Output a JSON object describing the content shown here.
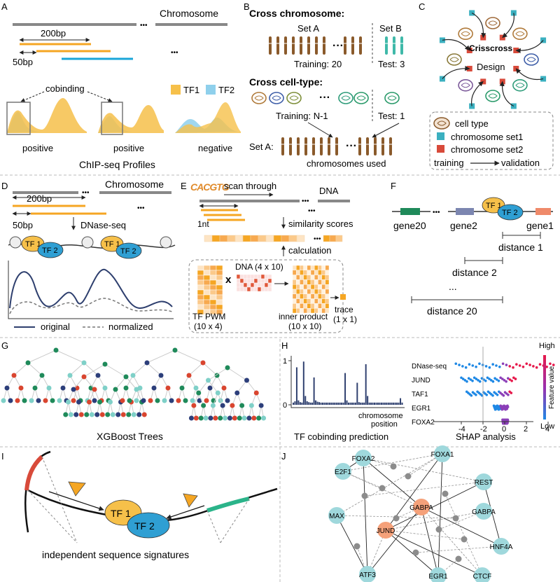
{
  "colors": {
    "tf1": "#f6c04a",
    "tf2": "#2f9fd3",
    "orange": "#f5a623",
    "blue_bar": "#1aa5d8",
    "brown": "#8a5a2b",
    "teal": "#3fb9a9",
    "set1": "#3bb0c0",
    "set2": "#d84a3a",
    "navy": "#2e3f6e",
    "gray": "#8c8c8c",
    "node_teal": "#7fd0c8",
    "node_green": "#1f8a5a",
    "node_red": "#d9452f",
    "node_navy": "#2c3e7a",
    "tf_node": "#9fd8dc",
    "tf_node_orange": "#f5a17a"
  },
  "panelA": {
    "letter": "A",
    "chromosome": "Chromosome",
    "ellipsis": "•••",
    "dist200": "200bp",
    "dist50": "50bp",
    "cobinding": "cobinding",
    "legend_tf1": "TF1",
    "legend_tf2": "TF2",
    "lab_positive1": "positive",
    "lab_positive2": "positive",
    "lab_negative": "negative",
    "caption": "ChIP-seq Profiles"
  },
  "panelB": {
    "letter": "B",
    "cross_chrom": "Cross chromosome:",
    "set_a": "Set A",
    "set_b": "Set B",
    "training20": "Training: 20",
    "test3": "Test: 3",
    "cross_cell": "Cross cell-type:",
    "training_n1": "Training: N-1",
    "test1": "Test: 1",
    "set_a2": "Set A:",
    "chrom_used": "chromosomes used",
    "dots": "···"
  },
  "panelC": {
    "letter": "C",
    "crisscross": "Crisscross",
    "design": "Design",
    "leg_cell": "cell type",
    "leg_set1": "chromosome set1",
    "leg_set2": "chromosome set2",
    "leg_training": "training",
    "leg_validation": "validation"
  },
  "panelD": {
    "letter": "D",
    "dist200": "200bp",
    "chromosome": "Chromosome",
    "dist50": "50bp",
    "dnase": "DNase-seq",
    "tf1": "TF 1",
    "tf2": "TF 2",
    "leg_original": "original",
    "leg_normalized": "normalized",
    "ellipsis": "•••"
  },
  "panelE": {
    "letter": "E",
    "motif": "CACGTG",
    "scan": "scan through",
    "dna": "DNA",
    "ellipsis": "•••",
    "onent": "1nt",
    "similarity": "similarity scores",
    "calculation": "calculation",
    "dna_mat": "DNA (4 x 10)",
    "x_sign": "x",
    "pwm": "TF PWM",
    "pwm_dim": "(10 x 4)",
    "inner": "inner product",
    "inner_dim": "(10 x 10)",
    "trace": "trace",
    "trace_dim": "(1 x 1)"
  },
  "panelF": {
    "letter": "F",
    "gene20": "gene20",
    "gene2": "gene2",
    "gene1": "gene1",
    "tf1": "TF 1",
    "tf2": "TF 2",
    "d1": "distance 1",
    "d2": "distance 2",
    "d20": "distance 20",
    "dots": "•••",
    "vdots": "..."
  },
  "panelG": {
    "letter": "G",
    "caption": "XGBoost Trees"
  },
  "panelH": {
    "letter": "H",
    "ytick1": "1",
    "ytick0": "0",
    "xlab1": "chromosome",
    "xlab2": "position",
    "caption_left": "TF cobinding prediction",
    "features": [
      "DNase-seq",
      "JUND",
      "TAF1",
      "EGR1",
      "FOXA2"
    ],
    "xticks": [
      "-4",
      "-2",
      "0",
      "2",
      "4"
    ],
    "caption_right": "SHAP analysis",
    "high": "High",
    "low": "Low",
    "feature_value": "Feature value"
  },
  "panelI": {
    "letter": "I",
    "tf1": "TF 1",
    "tf2": "TF 2",
    "caption": "independent sequence signatures"
  },
  "panelJ": {
    "letter": "J",
    "nodes": {
      "foxa2": "FOXA2",
      "foxa1": "FOXA1",
      "e2f1": "E2F1",
      "rest": "REST",
      "gabpa1": "GABPA",
      "gabpa2": "GABPA",
      "max": "MAX",
      "jund": "JUND",
      "hnf4a": "HNF4A",
      "atf3": "ATF3",
      "egr1": "EGR1",
      "ctcf": "CTCF"
    }
  },
  "chart_data": [
    {
      "type": "bar",
      "title": "",
      "xlabel": "chromosome position",
      "ylabel": "",
      "ylim": [
        0,
        1
      ],
      "yticks": [
        0,
        1
      ],
      "values": [
        0.05,
        0.08,
        0.85,
        0.1,
        0.06,
        0.05,
        0.98,
        0.2,
        0.08,
        0.06,
        0.05,
        0.05,
        0.62,
        0.1,
        0.07,
        0.06,
        0.05,
        0.05,
        0.05,
        0.05,
        0.05,
        0.05,
        0.05,
        0.05,
        0.05,
        0.05,
        0.05,
        0.05,
        0.05,
        0.05,
        0.72,
        0.1,
        0.05,
        0.05,
        0.05,
        0.05,
        0.05,
        0.5,
        0.06,
        0.05,
        0.05,
        0.05,
        0.92,
        0.2,
        0.05,
        0.05,
        0.05,
        0.05,
        0.05,
        0.05,
        0.05,
        0.05,
        0.05,
        0.05,
        0.05,
        0.05,
        0.05,
        0.05,
        0.05,
        0.05,
        0.05,
        0.05,
        0.15,
        0.05
      ]
    },
    {
      "type": "scatter",
      "title": "",
      "xlabel": "",
      "ylabel": "",
      "xlim": [
        -5,
        5
      ],
      "categories": [
        "DNase-seq",
        "JUND",
        "TAF1",
        "EGR1",
        "FOXA2"
      ],
      "series": [
        {
          "name": "DNase-seq",
          "x_range": [
            -4.5,
            4.5
          ]
        },
        {
          "name": "JUND",
          "x_range": [
            -4.0,
            1.0
          ]
        },
        {
          "name": "TAF1",
          "x_range": [
            -3.5,
            0.6
          ]
        },
        {
          "name": "EGR1",
          "x_range": [
            -1.0,
            0.3
          ]
        },
        {
          "name": "FOXA2",
          "x_range": [
            -0.2,
            0.3
          ]
        }
      ]
    }
  ]
}
